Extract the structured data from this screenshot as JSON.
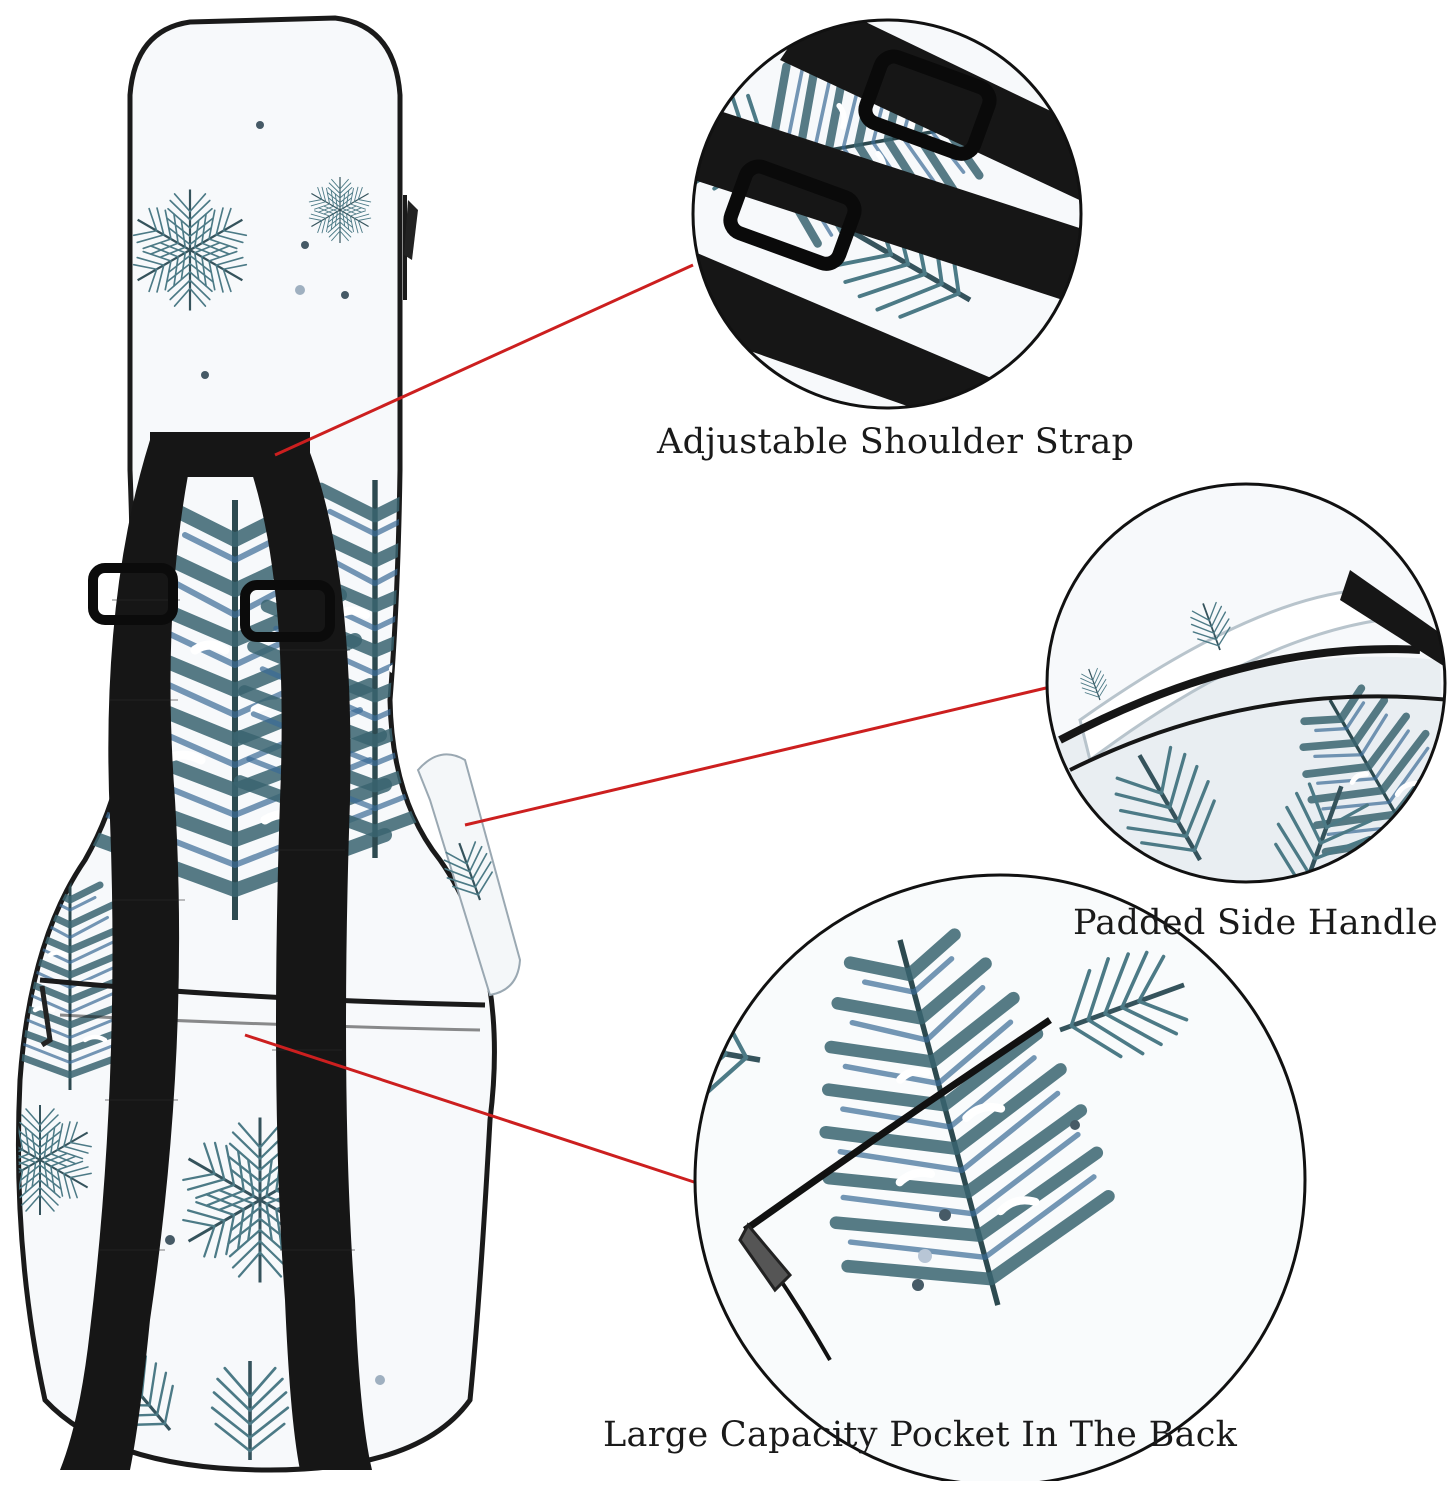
{
  "callouts": [
    {
      "label": "Adjustable Shoulder Strap"
    },
    {
      "label": "Padded Side Handle"
    },
    {
      "label": "Large Capacity Pocket In The Back"
    }
  ],
  "colors": {
    "leader_line": "#cc1f1f",
    "strap": "#161616",
    "needle_dark": "#2f4a52",
    "needle_mid": "#4f7a82",
    "needle_blue": "#3b6b95",
    "bag_fill": "#f7f9fb"
  }
}
